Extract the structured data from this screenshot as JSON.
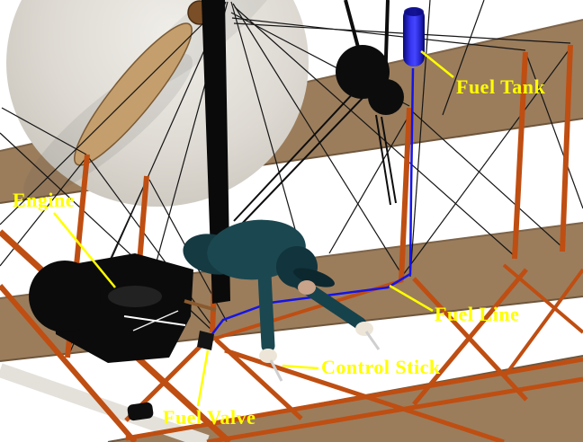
{
  "diagram": {
    "labels": {
      "fuel_tank": "Fuel Tank",
      "engine": "Engine",
      "fuel_line": "Fuel Line",
      "control_stick": "Control Stick",
      "fuel_valve": "Fuel Valve"
    },
    "colors": {
      "label_text": "#FFFF00",
      "leader_line": "#FFFF00",
      "wing_fabric": "#9B7D5C",
      "wing_edge": "#6E563C",
      "frame_strut": "#BF4E12",
      "fuel_tank_blue": "#3636F2",
      "fuel_line_blue": "#1414E6",
      "engine_black": "#0B0B0B",
      "pilot_clothing": "#1B4750",
      "pilot_skin": "#C9A38A",
      "propeller_disc": "#D9D5CE",
      "propeller_blade": "#C49E6C",
      "background": "#FFFFFF"
    }
  }
}
